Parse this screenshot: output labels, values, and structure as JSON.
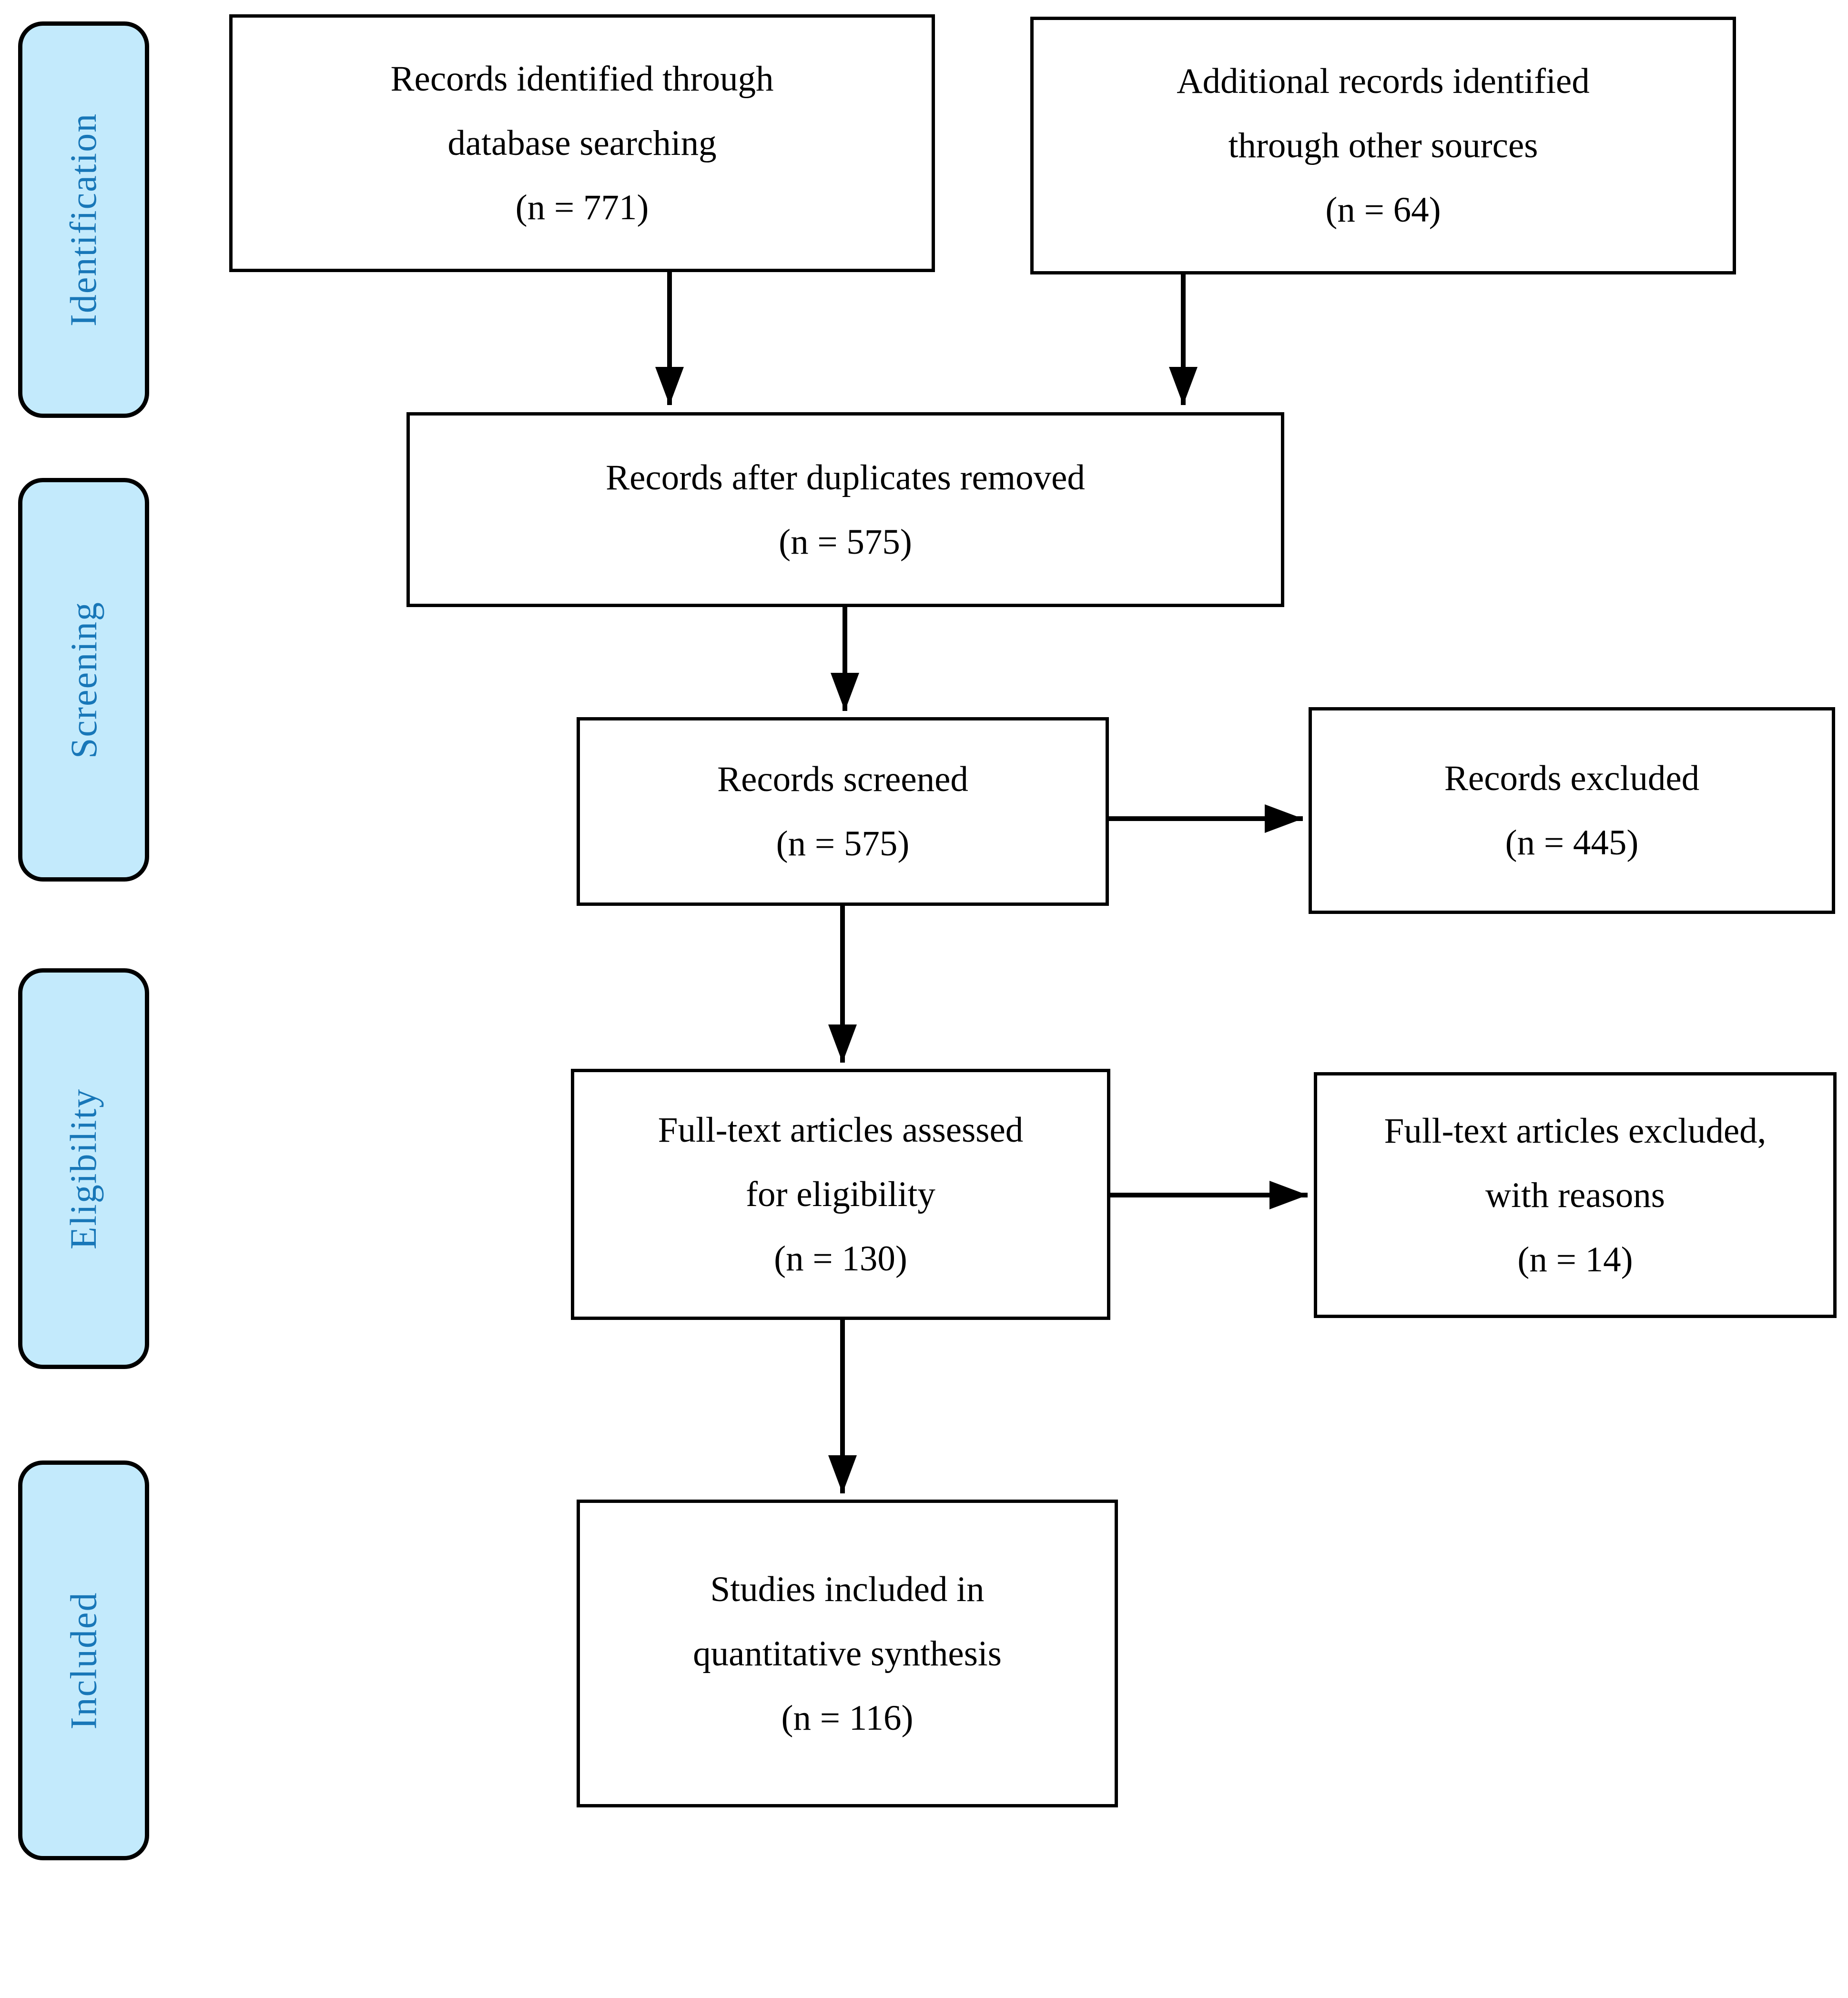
{
  "figure": {
    "kind": "prisma-flow-diagram",
    "colors": {
      "background": "#FFFFFF",
      "stage_fill": "#C3EAFC",
      "stage_border": "#000000",
      "stage_text": "#1877B8",
      "box_border": "#000000",
      "box_text": "#000000",
      "arrow": "#000000"
    },
    "stages": [
      {
        "id": "identification",
        "label": "Identification"
      },
      {
        "id": "screening",
        "label": "Screening"
      },
      {
        "id": "eligibility",
        "label": "Eligibility"
      },
      {
        "id": "included",
        "label": "Included"
      }
    ],
    "boxes": [
      {
        "id": "records-database",
        "n": 771,
        "lines": [
          "Records identified through",
          "database searching",
          "(n = 771)"
        ]
      },
      {
        "id": "records-other-sources",
        "n": 64,
        "lines": [
          "Additional records identified",
          "through other sources",
          "(n = 64)"
        ]
      },
      {
        "id": "after-duplicates",
        "n": 575,
        "lines": [
          "Records after duplicates removed",
          "(n = 575)"
        ]
      },
      {
        "id": "records-screened",
        "n": 575,
        "lines": [
          "Records screened",
          "(n = 575)"
        ]
      },
      {
        "id": "records-excluded",
        "n": 445,
        "lines": [
          "Records excluded",
          "(n = 445)"
        ]
      },
      {
        "id": "fulltext-assessed",
        "n": 130,
        "lines": [
          "Full-text articles assessed",
          "for eligibility",
          "(n = 130)"
        ]
      },
      {
        "id": "fulltext-excluded",
        "n": 14,
        "lines": [
          "Full-text articles excluded,",
          "with reasons",
          "(n = 14)"
        ]
      },
      {
        "id": "studies-included",
        "n": 116,
        "lines": [
          "Studies included in",
          "quantitative synthesis",
          "(n = 116)"
        ]
      }
    ],
    "arrows": [
      {
        "from": "records-database",
        "to": "after-duplicates",
        "direction": "down"
      },
      {
        "from": "records-other-sources",
        "to": "after-duplicates",
        "direction": "down"
      },
      {
        "from": "after-duplicates",
        "to": "records-screened",
        "direction": "down"
      },
      {
        "from": "records-screened",
        "to": "records-excluded",
        "direction": "right"
      },
      {
        "from": "records-screened",
        "to": "fulltext-assessed",
        "direction": "down"
      },
      {
        "from": "fulltext-assessed",
        "to": "fulltext-excluded",
        "direction": "right"
      },
      {
        "from": "fulltext-assessed",
        "to": "studies-included",
        "direction": "down"
      }
    ]
  }
}
